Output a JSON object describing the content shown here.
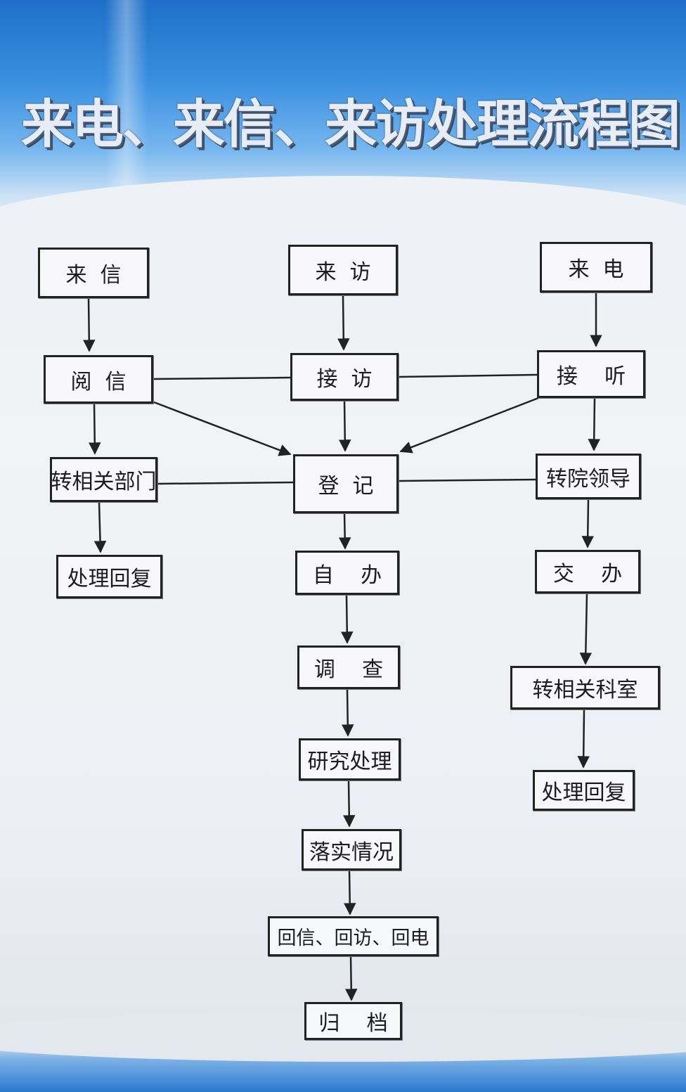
{
  "title": "来电、来信、来访处理流程图",
  "nodes": {
    "laixin": "来  信",
    "laifang": "来  访",
    "laidian": "来  电",
    "yuexin": "阅  信",
    "jiefang": "接  访",
    "jieting": "接    听",
    "zhuan_bumen": "转相关部门",
    "dengji": "登  记",
    "zhuan_lingdao": "转院领导",
    "chuli_huifu_left": "处理回复",
    "ziban": "自    办",
    "jiaoban": "交    办",
    "diaocha": "调    查",
    "zhuan_keshi": "转相关科室",
    "yanjiu": "研究处理",
    "chuli_huifu_right": "处理回复",
    "luoshi": "落实情况",
    "huixin": "回信、回访、回电",
    "guidang": "归    档"
  },
  "colors": {
    "line": "#222222",
    "header_blue": "#1f6fc8"
  }
}
